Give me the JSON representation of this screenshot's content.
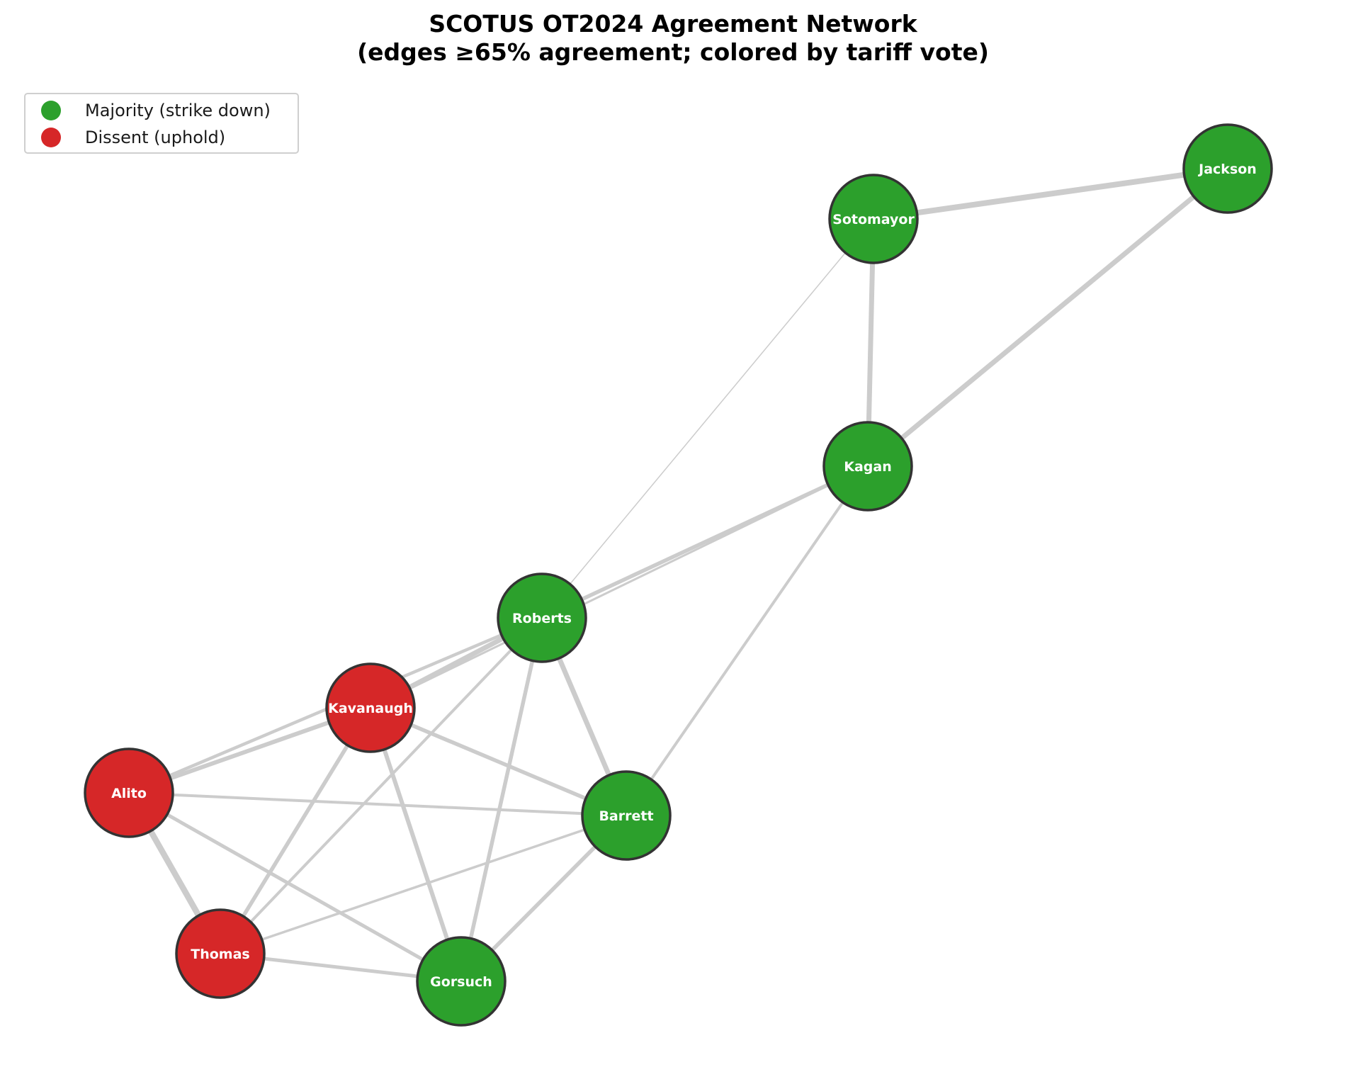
{
  "title_line1": "SCOTUS OT2024 Agreement Network",
  "title_line2": "(edges ≥65% agreement; colored by tariff vote)",
  "colors": {
    "majority": "#2ca02c",
    "dissent": "#d62728",
    "edge": "#cccccc",
    "node_border": "#333333"
  },
  "legend": [
    {
      "label": "Majority (strike down)",
      "group": "majority"
    },
    {
      "label": "Dissent (uphold)",
      "group": "dissent"
    }
  ],
  "nodes": [
    {
      "id": "Jackson",
      "label": "Jackson",
      "group": "majority"
    },
    {
      "id": "Sotomayor",
      "label": "Sotomayor",
      "group": "majority"
    },
    {
      "id": "Kagan",
      "label": "Kagan",
      "group": "majority"
    },
    {
      "id": "Roberts",
      "label": "Roberts",
      "group": "majority"
    },
    {
      "id": "Kavanaugh",
      "label": "Kavanaugh",
      "group": "dissent"
    },
    {
      "id": "Alito",
      "label": "Alito",
      "group": "dissent"
    },
    {
      "id": "Barrett",
      "label": "Barrett",
      "group": "majority"
    },
    {
      "id": "Thomas",
      "label": "Thomas",
      "group": "dissent"
    },
    {
      "id": "Gorsuch",
      "label": "Gorsuch",
      "group": "majority"
    }
  ],
  "edges": [
    {
      "source": "Sotomayor",
      "target": "Jackson",
      "strength": 0.95
    },
    {
      "source": "Sotomayor",
      "target": "Kagan",
      "strength": 0.85
    },
    {
      "source": "Kagan",
      "target": "Jackson",
      "strength": 0.85
    },
    {
      "source": "Sotomayor",
      "target": "Roberts",
      "strength": 0.3
    },
    {
      "source": "Kagan",
      "target": "Roberts",
      "strength": 0.7
    },
    {
      "source": "Kagan",
      "target": "Kavanaugh",
      "strength": 0.45
    },
    {
      "source": "Kagan",
      "target": "Barrett",
      "strength": 0.55
    },
    {
      "source": "Roberts",
      "target": "Kavanaugh",
      "strength": 0.85
    },
    {
      "source": "Roberts",
      "target": "Barrett",
      "strength": 0.85
    },
    {
      "source": "Roberts",
      "target": "Alito",
      "strength": 0.6
    },
    {
      "source": "Roberts",
      "target": "Thomas",
      "strength": 0.55
    },
    {
      "source": "Roberts",
      "target": "Gorsuch",
      "strength": 0.7
    },
    {
      "source": "Kavanaugh",
      "target": "Alito",
      "strength": 0.75
    },
    {
      "source": "Kavanaugh",
      "target": "Barrett",
      "strength": 0.7
    },
    {
      "source": "Kavanaugh",
      "target": "Thomas",
      "strength": 0.7
    },
    {
      "source": "Kavanaugh",
      "target": "Gorsuch",
      "strength": 0.75
    },
    {
      "source": "Alito",
      "target": "Barrett",
      "strength": 0.55
    },
    {
      "source": "Alito",
      "target": "Thomas",
      "strength": 1.0
    },
    {
      "source": "Alito",
      "target": "Gorsuch",
      "strength": 0.65
    },
    {
      "source": "Thomas",
      "target": "Barrett",
      "strength": 0.5
    },
    {
      "source": "Thomas",
      "target": "Gorsuch",
      "strength": 0.65
    },
    {
      "source": "Barrett",
      "target": "Gorsuch",
      "strength": 0.7
    }
  ]
}
